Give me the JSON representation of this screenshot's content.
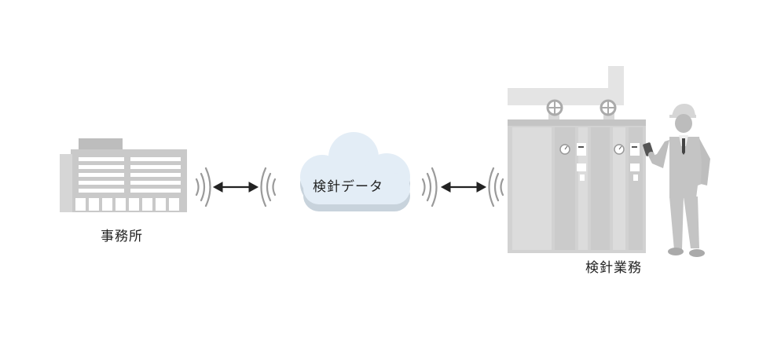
{
  "labels": {
    "office": "事務所",
    "cloud": "検針データ",
    "metering": "検針業務"
  },
  "colors": {
    "building": "#bdbdbd",
    "equipment": "#cfcfcf",
    "cloud_fill": "#e3edf6",
    "cloud_shadow": "#c8d3dc",
    "person": "#c4c4c4",
    "arrow": "#222222",
    "signal": "#9a9a9a"
  }
}
